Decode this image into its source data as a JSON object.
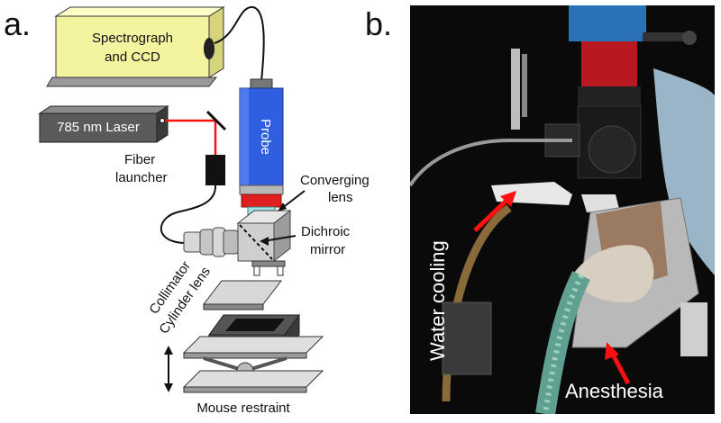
{
  "panel_a": {
    "letter": "a.",
    "spectrograph_line1": "Spectrograph",
    "spectrograph_line2": "and CCD",
    "laser": "785 nm Laser",
    "fiber_line1": "Fiber",
    "fiber_line2": "launcher",
    "probe": "Probe",
    "converging_line1": "Converging",
    "converging_line2": "lens",
    "dichroic_line1": "Dichroic",
    "dichroic_line2": "mirror",
    "collimator": "Collimator",
    "cylinder": "Cylinder lens",
    "mouse_restraint": "Mouse restraint"
  },
  "panel_b": {
    "letter": "b.",
    "water_cooling": "Water cooling",
    "anesthesia": "Anesthesia"
  },
  "colors": {
    "spectrograph_fill": "#f4f3a0",
    "laser_fill": "#5a5a5a",
    "probe_blue": "#2f5fe0",
    "probe_red": "#e02020",
    "cyan_lens": "#9fe0e0",
    "arrow_red": "#ff1010"
  }
}
